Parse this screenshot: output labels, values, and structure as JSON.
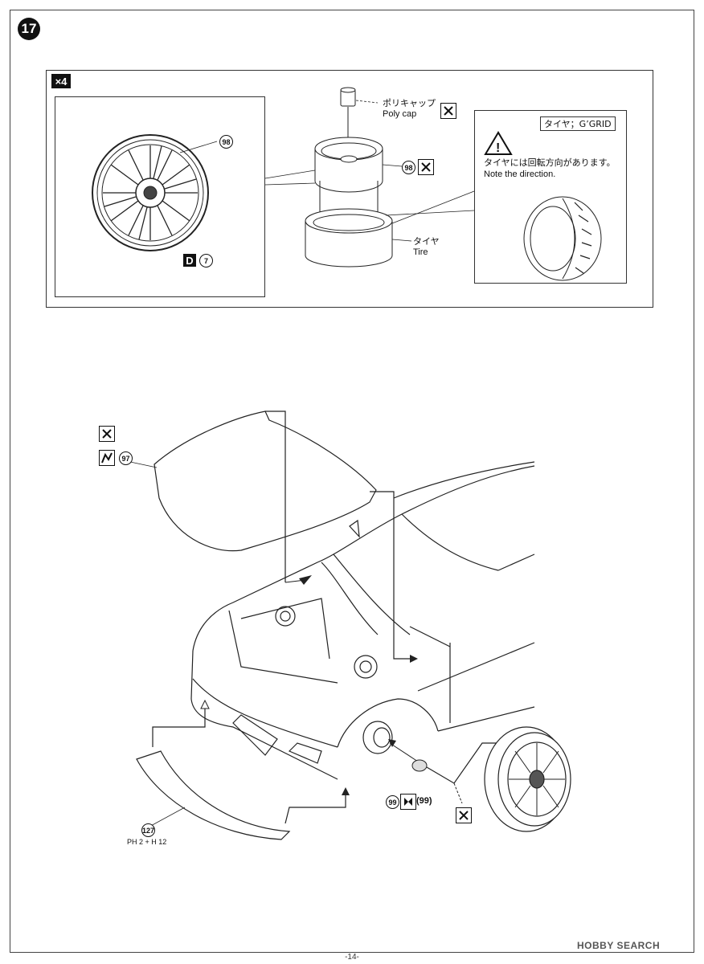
{
  "step": {
    "number": "17",
    "quantity": "×4"
  },
  "top_panel": {
    "polycap_jp": "ポリキャップ",
    "polycap_en": "Poly cap",
    "tire_jp": "タイヤ",
    "tire_en": "Tire",
    "tire_spec": "タイヤ；G’GRID",
    "direction_jp": "タイヤには回転方向があります。",
    "direction_en": "Note the direction.",
    "wheel_part_number": "98",
    "wheel_part_number_exploded": "98",
    "sprue_letter": "D",
    "sprue_number": "7"
  },
  "bottom": {
    "hood_part_number": "97",
    "hub_part_number": "99",
    "hub_part_number_alt": "(99)",
    "spoiler_part_number": "127",
    "spoiler_paint_code": "PH 2 + H 12"
  },
  "footer": {
    "page_number": "-14-",
    "watermark": "HOBBY SEARCH"
  }
}
